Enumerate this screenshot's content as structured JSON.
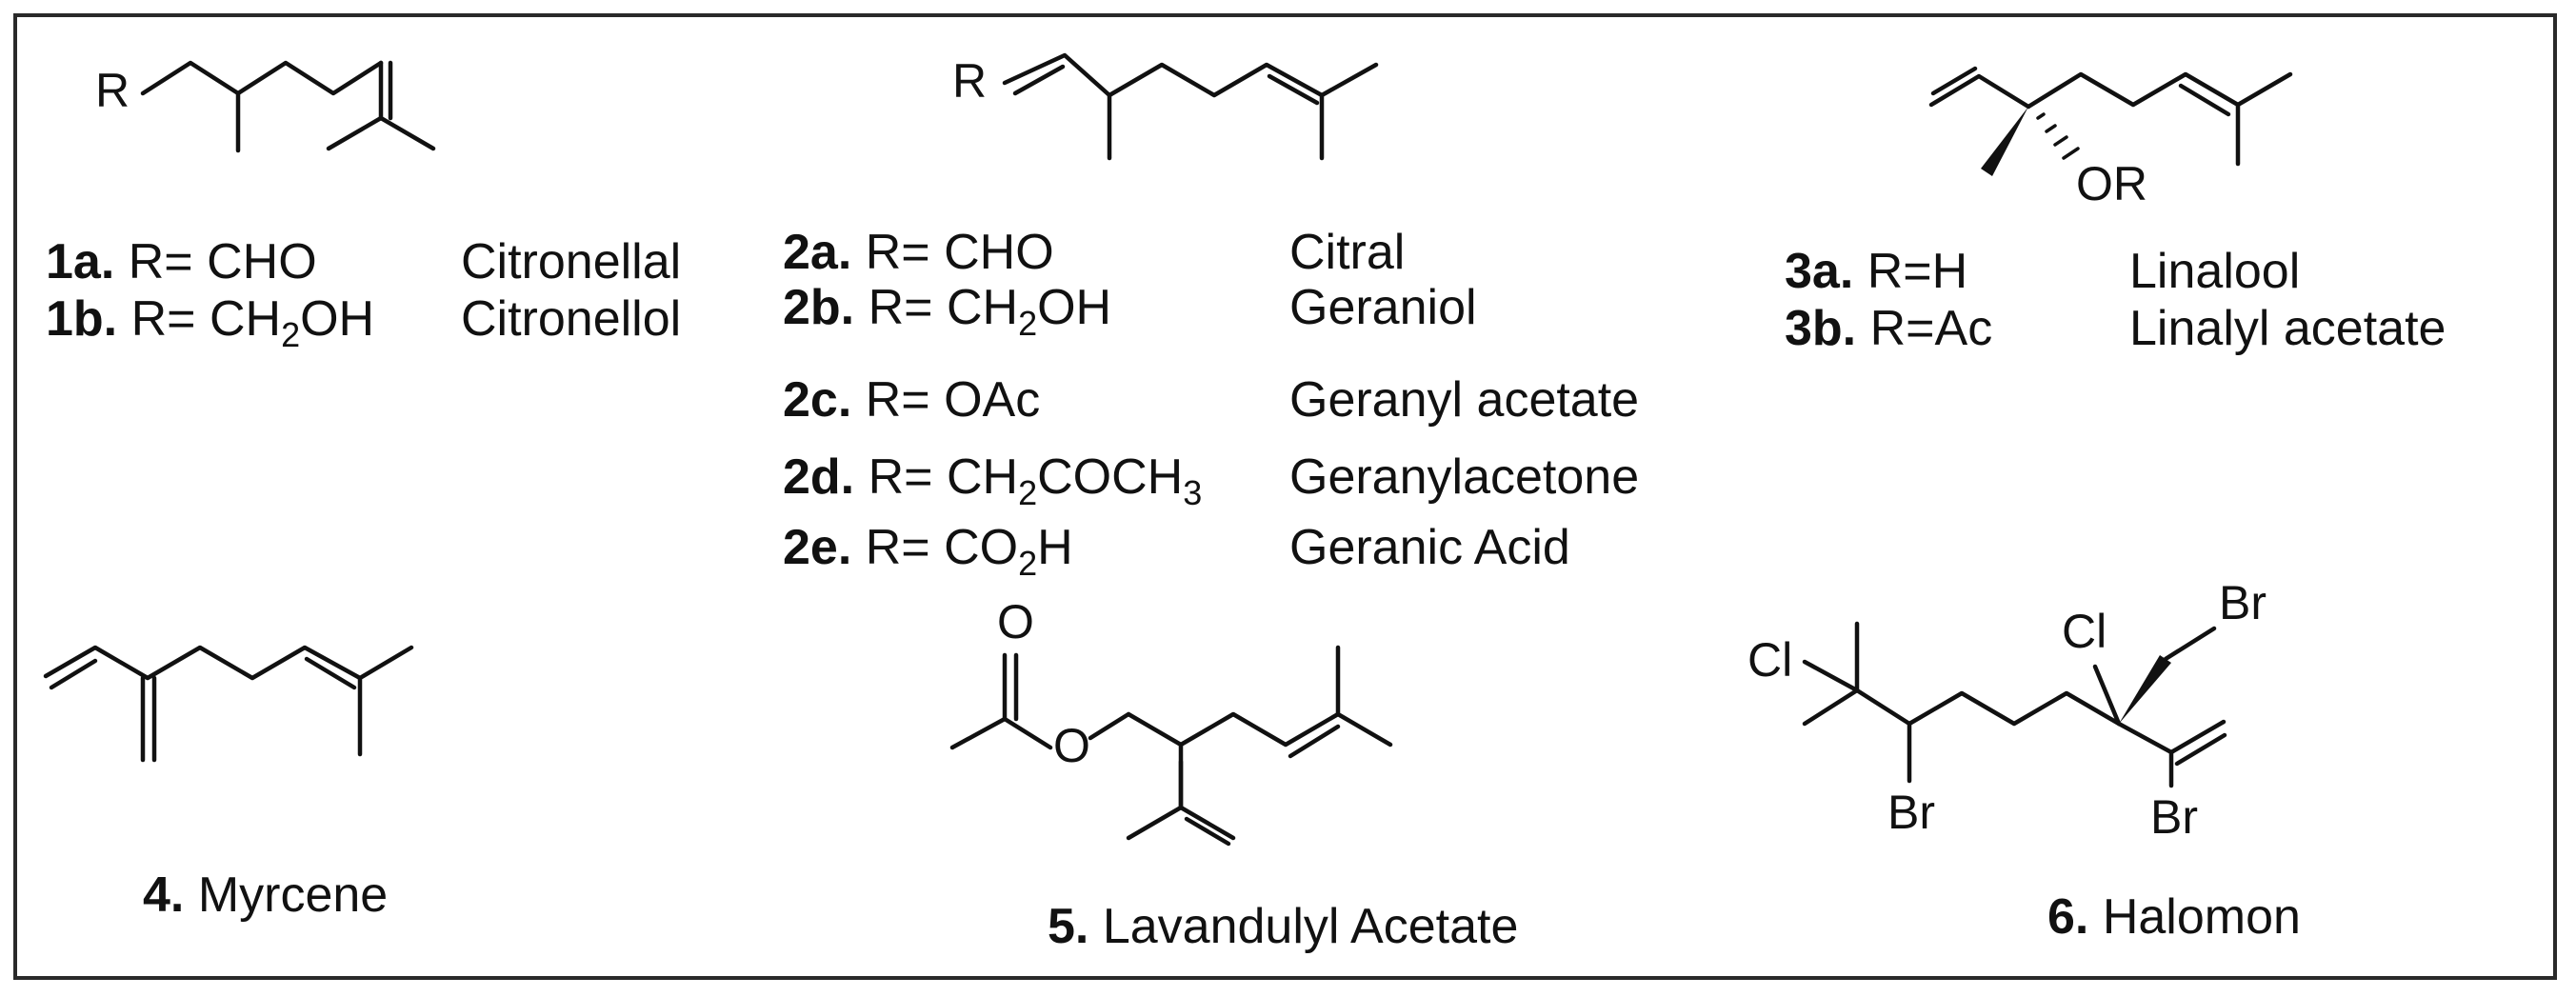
{
  "compounds": [
    {
      "atoms": [
        "R"
      ],
      "rows": [
        {
          "num": "1a.",
          "text": " R= CHO",
          "name": "Citronellal"
        },
        {
          "num": "1b.",
          "text_parts": [
            " R= CH",
            "2",
            "OH"
          ],
          "name": "Citronellol"
        }
      ]
    },
    {
      "atoms": [
        "R"
      ],
      "rows": [
        {
          "num": "2a.",
          "text": " R= CHO",
          "name": "Citral"
        },
        {
          "num": "2b.",
          "text_parts": [
            " R= CH",
            "2",
            "OH"
          ],
          "name": "Geraniol"
        },
        {
          "num": "2c.",
          "text": " R= OAc",
          "name": "Geranyl acetate"
        },
        {
          "num": "2d.",
          "text_parts": [
            " R= CH",
            "2",
            "COCH",
            "3"
          ],
          "name": "Geranylacetone"
        },
        {
          "num": "2e.",
          "text_parts": [
            " R= CO",
            "2",
            "H"
          ],
          "name": "Geranic Acid"
        }
      ]
    },
    {
      "atoms": [
        "OR"
      ],
      "rows": [
        {
          "num": "3a.",
          "text": " R=H",
          "name": "Linalool"
        },
        {
          "num": "3b.",
          "text": " R=Ac",
          "name": "Linalyl acetate"
        }
      ]
    },
    {
      "num": "4.",
      "name": " Myrcene"
    },
    {
      "atoms": [
        "O",
        "O"
      ],
      "num": "5.",
      "name": " Lavandulyl Acetate"
    },
    {
      "atoms": [
        "Cl",
        "Cl",
        "Br",
        "Br",
        "Br"
      ],
      "num": "6.",
      "name": " Halomon"
    }
  ]
}
